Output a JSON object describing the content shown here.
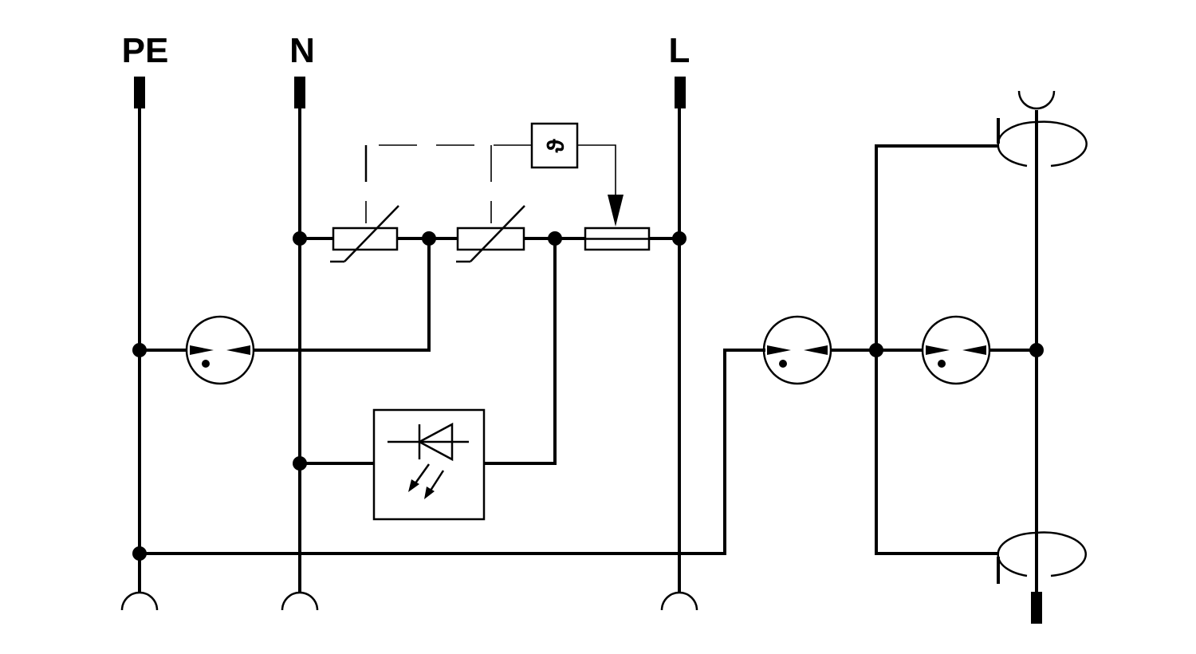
{
  "terminals": {
    "pe": "PE",
    "n": "N",
    "l": "L"
  },
  "symbols": {
    "thermal_monitor": "ϑ"
  },
  "components": [
    "varistor",
    "varistor",
    "thermal-fuse",
    "gas-discharge-tube",
    "gas-discharge-tube",
    "gas-discharge-tube",
    "led-indicator",
    "current-transformer",
    "current-transformer"
  ],
  "colors": {
    "line": "#000000",
    "background": "#ffffff"
  }
}
